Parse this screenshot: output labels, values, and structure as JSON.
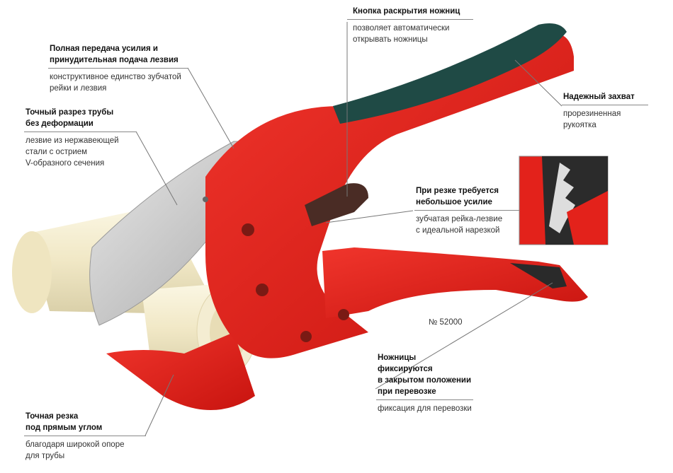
{
  "annotations": {
    "button": {
      "title": "Кнопка раскрытия ножниц",
      "desc": "позволяет автоматически\nоткрывать ножницы"
    },
    "force": {
      "title": "Полная передача усилия и\nпринудительная подача лезвия",
      "desc": "конструктивное единство зубчатой\nрейки и лезвия"
    },
    "cut": {
      "title": "Точный разрез трубы\nбез деформации",
      "desc": "лезвие из нержавеющей\nстали с острием\nV-образного сечения"
    },
    "grip": {
      "title": "Надежный захват",
      "desc": "прорезиненная\nрукоятка"
    },
    "effort": {
      "title": "При резке требуется\nнебольшое усилие",
      "desc": "зубчатая рейка-лезвие\nс идеальной нарезкой"
    },
    "lock": {
      "title": "Ножницы фиксируются\nв закрытом положении\nпри перевозке",
      "desc": "фиксация для перевозки"
    },
    "angle": {
      "title": "Точная резка\nпод прямым углом",
      "desc": "благодаря широкой опоре\nдля трубы"
    }
  },
  "model_number": "№ 52000",
  "colors": {
    "body": "#e3221b",
    "handle_grip": "#1f4a45",
    "blade": "#c9c9c9",
    "pipe": "#f3ecd0"
  }
}
